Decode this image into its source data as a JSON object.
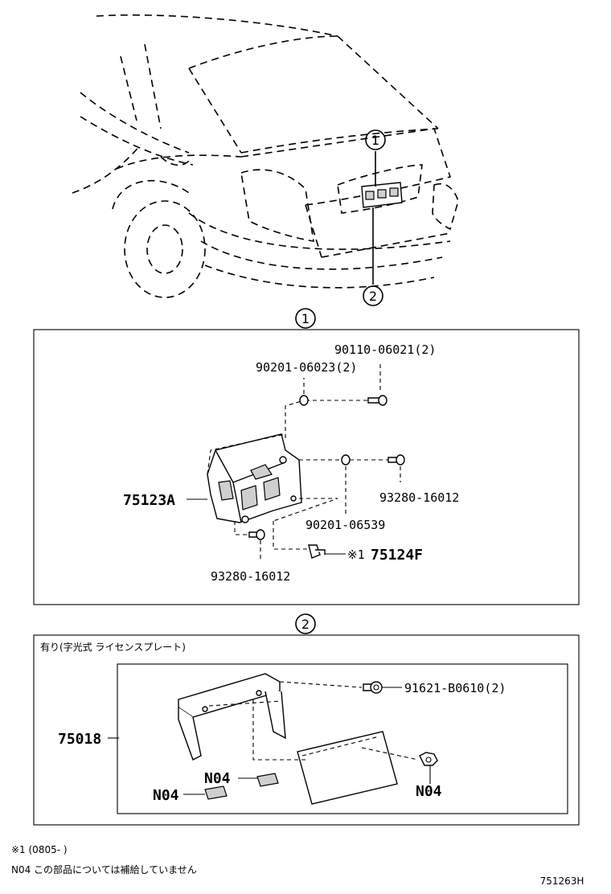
{
  "callouts": {
    "one": "1",
    "two": "2"
  },
  "group1": {
    "parts": {
      "p90110": "90110-06021(2)",
      "p90201a": "90201-06023(2)",
      "p75123A": "75123A",
      "p93280a": "93280-16012",
      "p90201b": "90201-06539",
      "p75124F_note": "※1",
      "p75124F": "75124F",
      "p93280b": "93280-16012"
    }
  },
  "group2": {
    "header": "有り(字光式 ライセンスプレート)",
    "parts": {
      "p91621": "91621-B0610(2)",
      "p75018": "75018",
      "n04a": "N04",
      "n04b": "N04",
      "n04c": "N04"
    }
  },
  "footnotes": {
    "note1": "※1 (0805-     )",
    "note2": "N04 この部品については補給していません"
  },
  "figure_code": "751263H"
}
